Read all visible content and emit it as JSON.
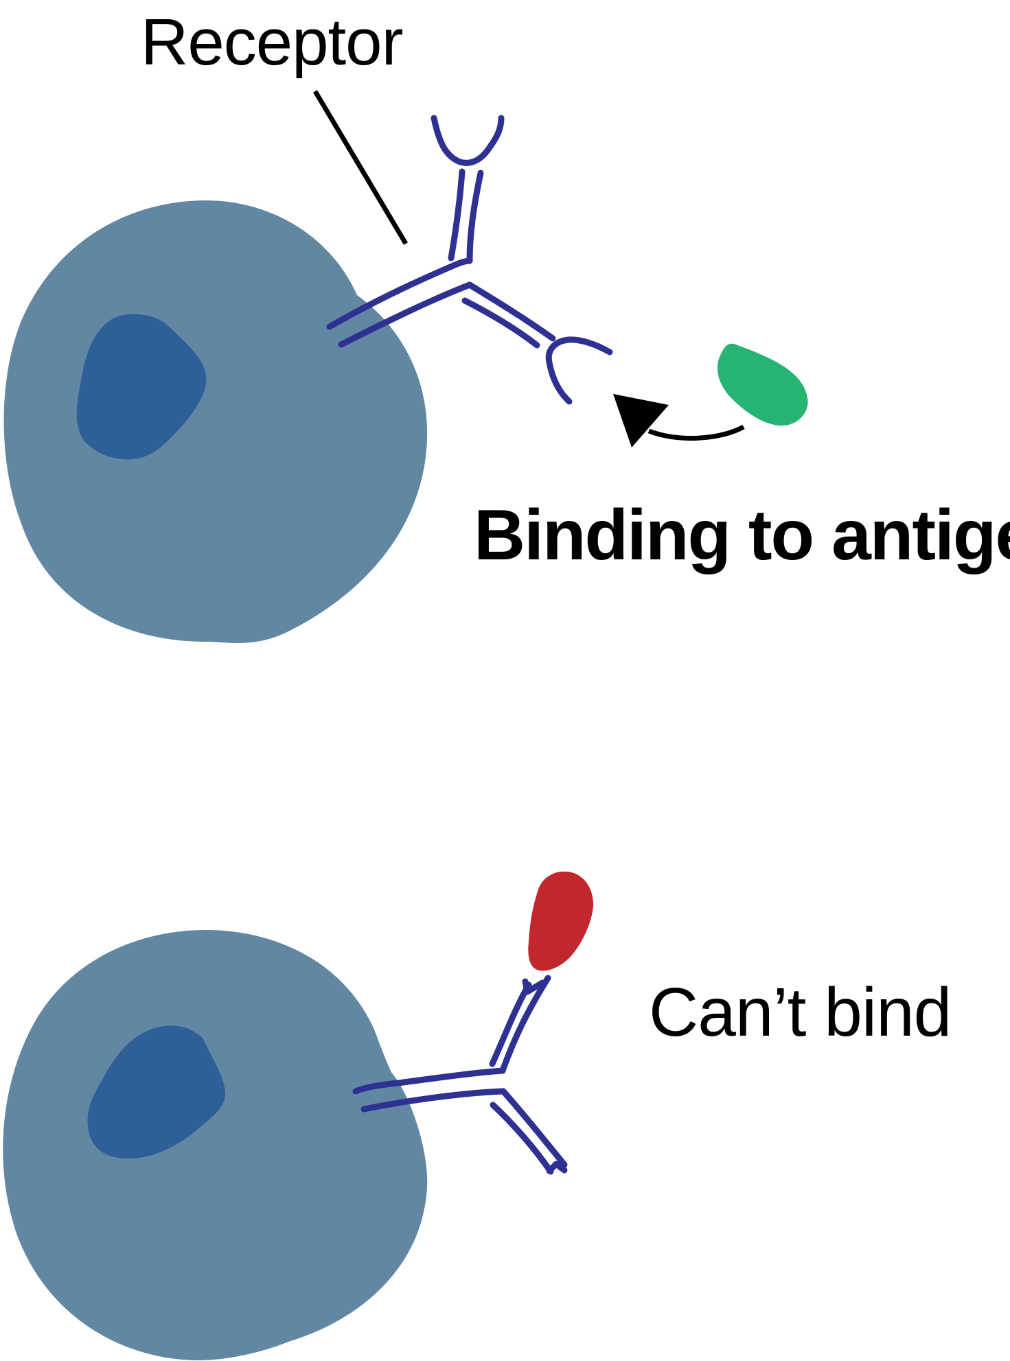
{
  "labels": {
    "receptor": "Receptor",
    "binding": "Binding to antigen",
    "cant_bind": "Can’t bind"
  },
  "colors": {
    "cell": "#6187a3",
    "nucleus": "#2e5f98",
    "receptor": "#2e3192",
    "antigen_match": "#27b473",
    "antigen_mismatch": "#c1272d",
    "line": "#000000"
  }
}
